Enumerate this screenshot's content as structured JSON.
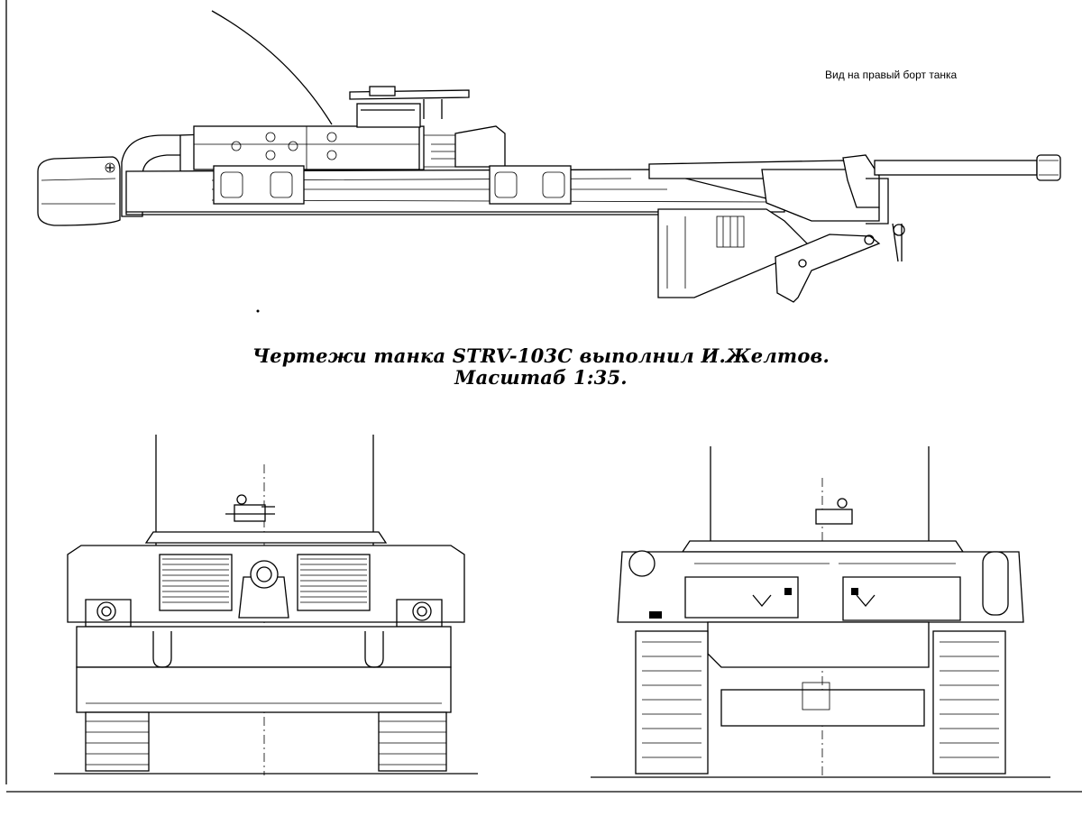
{
  "captions": {
    "side_view": "Вид на правый борт танка"
  },
  "title": {
    "line1": "Чертежи танка STRV-103C выполнил И.Желтов.",
    "line2": "Масштаб 1:35."
  }
}
